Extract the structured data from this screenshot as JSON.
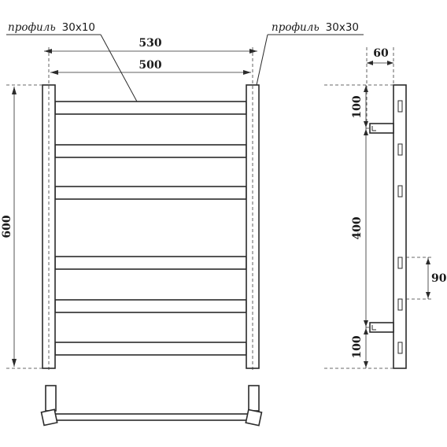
{
  "labels": {
    "left_profile_word": "профиль",
    "left_profile_size": "30x10",
    "right_profile_word": "профиль",
    "right_profile_size": "30x30"
  },
  "dimensions": {
    "total_width": "530",
    "inner_width": "500",
    "height": "600",
    "mount_depth": "60",
    "top_offset": "100",
    "mount_spacing": "400",
    "bottom_offset": "100",
    "bar_gap": "90"
  }
}
